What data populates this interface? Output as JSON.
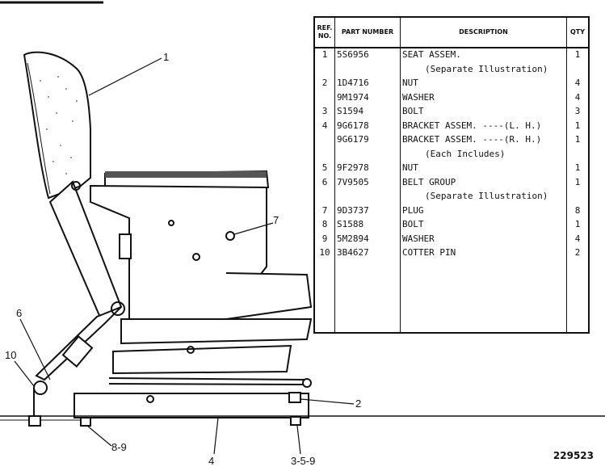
{
  "table": {
    "headers": {
      "ref": "REF. NO.",
      "part": "PART NUMBER",
      "desc": "DESCRIPTION",
      "qty": "QTY"
    },
    "rows": [
      {
        "ref": "1",
        "part": "5S6956",
        "desc": "SEAT ASSEM.",
        "qty": "1"
      },
      {
        "ref": "",
        "part": "",
        "desc": "(Separate Illustration)",
        "qty": "",
        "note": true
      },
      {
        "ref": "2",
        "part": "1D4716",
        "desc": "NUT",
        "qty": "4"
      },
      {
        "ref": "",
        "part": "9M1974",
        "desc": "WASHER",
        "qty": "4"
      },
      {
        "ref": "3",
        "part": "S1594",
        "desc": "BOLT",
        "qty": "3"
      },
      {
        "ref": "4",
        "part": "9G6178",
        "desc": "BRACKET ASSEM. ----(L. H.)",
        "qty": "1"
      },
      {
        "ref": "",
        "part": "9G6179",
        "desc": "BRACKET ASSEM. ----(R. H.)",
        "qty": "1"
      },
      {
        "ref": "",
        "part": "",
        "desc": "(Each Includes)",
        "qty": "",
        "note": true
      },
      {
        "ref": "5",
        "part": "9F2978",
        "desc": "NUT",
        "qty": "1"
      },
      {
        "ref": "6",
        "part": "7V9505",
        "desc": "BELT GROUP",
        "qty": "1"
      },
      {
        "ref": "",
        "part": "",
        "desc": "(Separate Illustration)",
        "qty": "",
        "note": true
      },
      {
        "ref": "7",
        "part": "9D3737",
        "desc": "PLUG",
        "qty": "8"
      },
      {
        "ref": "8",
        "part": "S1588",
        "desc": "BOLT",
        "qty": "1"
      },
      {
        "ref": "9",
        "part": "5M2894",
        "desc": "WASHER",
        "qty": "4"
      },
      {
        "ref": "10",
        "part": "3B4627",
        "desc": "COTTER PIN",
        "qty": "2"
      }
    ]
  },
  "callouts": {
    "c1": "1",
    "c2": "2",
    "c4": "4",
    "c6": "6",
    "c7": "7",
    "c10": "10",
    "c89": "8-9",
    "c359": "3-5-9"
  },
  "figure_number": "229523"
}
